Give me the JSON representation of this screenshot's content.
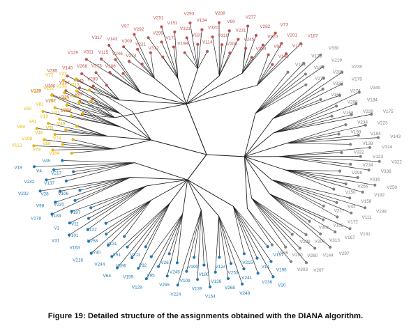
{
  "figure": {
    "caption": "Figure 19: Detailed structure of the assignments obtained with the DIANA algorithm."
  },
  "tree": {
    "colors": {
      "red": "#c0504d",
      "yellow": "#e6b800",
      "blue": "#1f77b4",
      "gray": "#7f7f7f",
      "edge": "#222222"
    },
    "branches": [
      {
        "color": "red",
        "labels": [
          "V264",
          "V291",
          "V139",
          "V325",
          "V300",
          "V99",
          "V262",
          "V285",
          "V235",
          "V140",
          "V289",
          "V268",
          "V129",
          "V273",
          "V311",
          "V306",
          "V115",
          "V317",
          "V246",
          "V143",
          "V274",
          "V309",
          "V97",
          "V221",
          "V292",
          "V312",
          "V295",
          "V251",
          "V171",
          "V151",
          "V198",
          "V321",
          "V293",
          "V181",
          "V134",
          "V114",
          "V320",
          "V288",
          "V310",
          "V90",
          "V206",
          "V231",
          "V277",
          "V245",
          "V282",
          "V304",
          "V220",
          "V73",
          "V93",
          "V201",
          "V146",
          "V177",
          "V187"
        ]
      },
      {
        "color": "yellow",
        "labels": [
          "V184",
          "V79",
          "V112",
          "V88",
          "V108",
          "V74",
          "V46",
          "V69",
          "V91",
          "V41",
          "V49",
          "V19",
          "V50",
          "V21",
          "V81",
          "V332",
          "V57",
          "V217",
          "V43",
          "V152",
          "V200",
          "V233",
          "V72",
          "V113",
          "V27"
        ]
      },
      {
        "color": "blue",
        "labels": [
          "V157",
          "V195",
          "V20",
          "V14",
          "V236",
          "V215",
          "V241",
          "V248",
          "V253",
          "V268",
          "V124",
          "V136",
          "V154",
          "V180",
          "V139",
          "V190",
          "V109",
          "V224",
          "V245",
          "V255",
          "V267",
          "V95",
          "V129",
          "V92",
          "V159",
          "V211",
          "V186",
          "V64",
          "V51",
          "V244",
          "V131",
          "V30",
          "V216",
          "V258",
          "V163",
          "V122",
          "V101",
          "V31",
          "V11",
          "V1",
          "V197",
          "V183",
          "V178",
          "V220",
          "V98",
          "V106",
          "V28",
          "V202",
          "V137",
          "V242",
          "V217",
          "V4",
          "V19",
          "V45"
        ]
      },
      {
        "color": "gray",
        "labels": [
          "V153",
          "V125",
          "V330",
          "V164",
          "V219",
          "V275",
          "V286",
          "V228",
          "V337",
          "V179",
          "V165",
          "V274",
          "V340",
          "V208",
          "V184",
          "V158",
          "V328",
          "V175",
          "V234",
          "V223",
          "V198",
          "V194",
          "V143",
          "V138",
          "V324",
          "V332",
          "V123",
          "V322",
          "V234",
          "V336",
          "V298",
          "V316",
          "V250",
          "V256",
          "V192",
          "V150",
          "V158",
          "V238",
          "V42",
          "V111",
          "V217",
          "V172",
          "V181",
          "V162",
          "V167",
          "V305",
          "V313",
          "V297",
          "V200",
          "V144",
          "V299",
          "V260",
          "V267",
          "V290",
          "V303",
          "V335"
        ]
      }
    ]
  }
}
